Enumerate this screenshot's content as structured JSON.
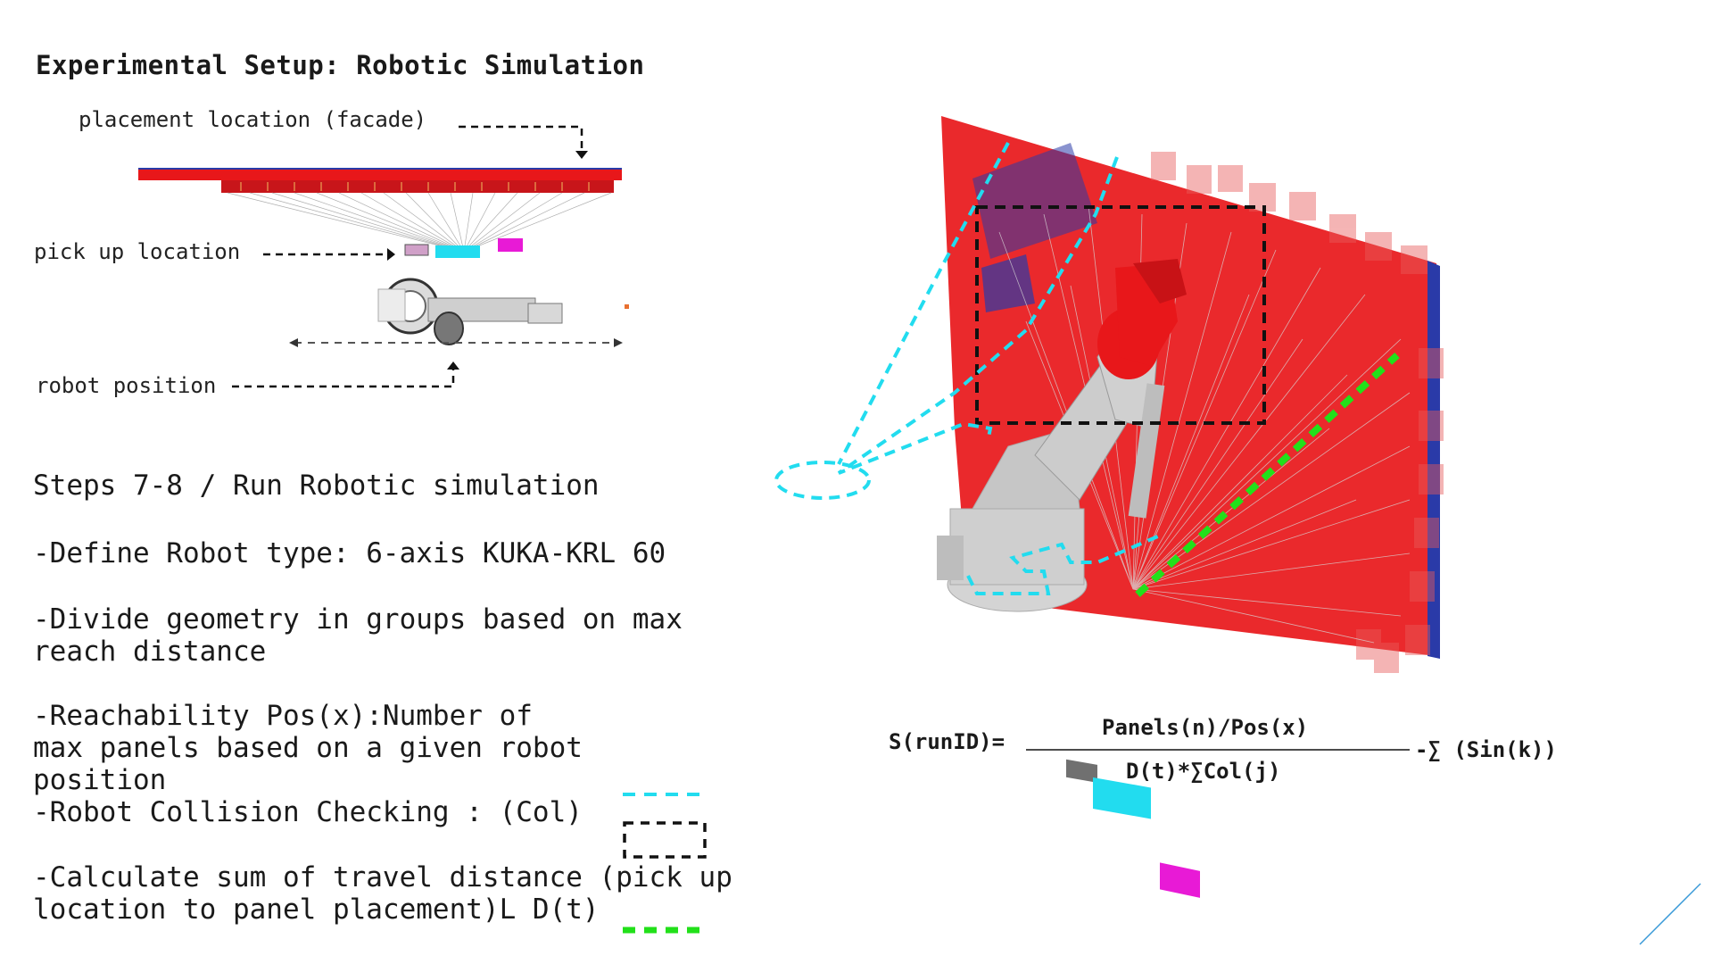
{
  "title": "Experimental Setup: Robotic Simulation",
  "diagram_labels": {
    "placement": "placement location (facade)",
    "pickup": "pick up location",
    "robot": "robot position"
  },
  "steps": {
    "heading": "Steps 7-8 / Run Robotic simulation",
    "robot_type": "-Define Robot type:  6-axis KUKA-KRL 60",
    "divide_1": "-Divide geometry in groups based on max",
    "divide_2": "reach distance",
    "reach_1": "-Reachability Pos(x):Number of",
    "reach_2": "max panels based on a given robot",
    "reach_3": "position",
    "collision": "-Robot Collision Checking : (Col)",
    "travel_1": "-Calculate sum of travel distance (pick up",
    "travel_2": "location to panel placement)L D(t)"
  },
  "formula": {
    "lhs": "S(runID)=",
    "numerator": "Panels(n)/Pos(x)",
    "denominator": "D(t)*∑Col(j)",
    "rhs": "-∑ (Sin(k))"
  },
  "colors": {
    "facade_red": "#e8171a",
    "panel_blue": "#2a3aa8",
    "robot_gray": "#c8c8c8",
    "cyan": "#22dcef",
    "green": "#22e01a",
    "magenta": "#e81ad6",
    "accent_line": "#3a9ad8"
  }
}
